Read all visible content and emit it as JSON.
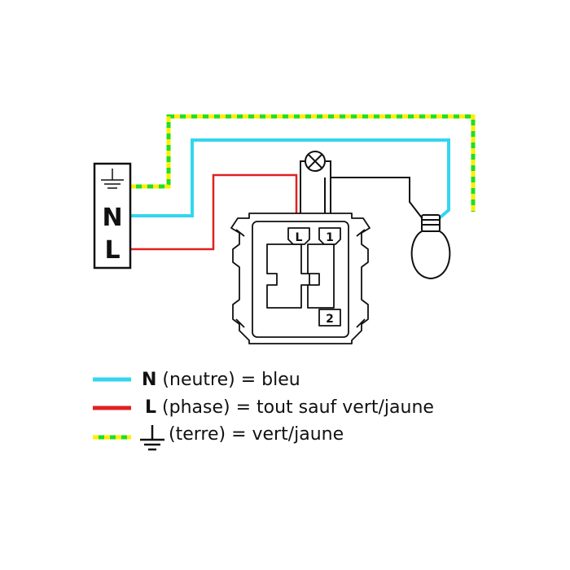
{
  "panel": {
    "neutral_label": "N",
    "phase_label": "L"
  },
  "switch": {
    "terminal_l": "L",
    "terminal_1": "1",
    "terminal_2": "2"
  },
  "legend": [
    {
      "symbol": "N",
      "text": " (neutre) = bleu",
      "color": "#33d6ee"
    },
    {
      "symbol": "L",
      "text": " (phase) = tout sauf vert/jaune",
      "color": "#e02020"
    },
    {
      "symbol": "",
      "text": " (terre) = vert/jaune",
      "color": "#ffee00",
      "color2": "#22dd22"
    }
  ],
  "colors": {
    "neutral": "#33d6ee",
    "phase": "#e02020",
    "earth_green": "#22dd22",
    "earth_yellow": "#ffee00",
    "line": "#111111"
  }
}
